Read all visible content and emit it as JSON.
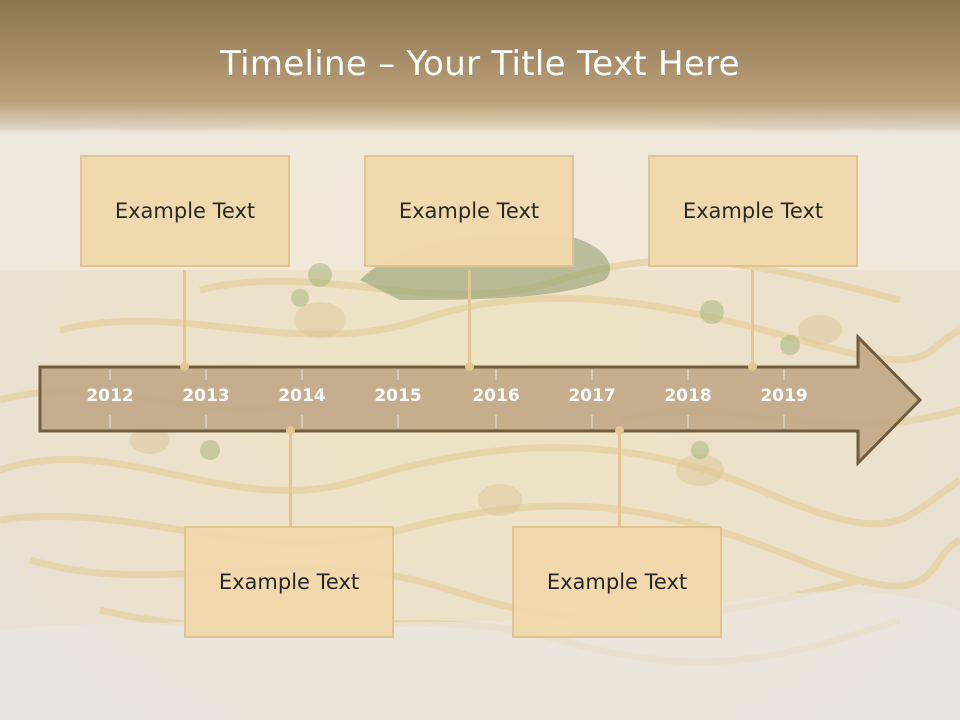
{
  "slide": {
    "title": "Timeline – Your Title Text Here"
  },
  "timeline": {
    "years": [
      "2012",
      "2013",
      "2014",
      "2015",
      "2016",
      "2017",
      "2018",
      "2019"
    ],
    "top_boxes": [
      {
        "label": "Example Text"
      },
      {
        "label": "Example Text"
      },
      {
        "label": "Example Text"
      }
    ],
    "bottom_boxes": [
      {
        "label": "Example Text"
      },
      {
        "label": "Example Text"
      }
    ]
  },
  "colors": {
    "arrow_fill": "#c4ab8a",
    "arrow_border": "#6b5636",
    "box_fill": "#f2d9ad",
    "connector": "#e3c791",
    "header": "#a88e68"
  }
}
